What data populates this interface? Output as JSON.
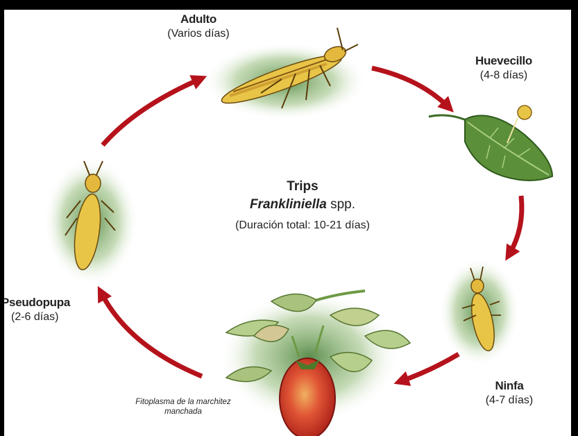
{
  "center": {
    "title": "Trips",
    "genus": "Frankliniella",
    "species_suffix": " spp.",
    "duration": "(Duración total: 10-21 días)"
  },
  "stages": {
    "adulto": {
      "name": "Adulto",
      "duration": "(Varios días)"
    },
    "huevecillo": {
      "name": "Huevecillo",
      "duration": "(4-8 días)"
    },
    "ninfa": {
      "name": "Ninfa",
      "duration": "(4-7 días)"
    },
    "pseudopupa": {
      "name": "Pseudopupa",
      "duration": "(2-6 días)"
    }
  },
  "plant_note": "Fitoplasma de la marchitez manchada",
  "colors": {
    "arrow": "#b5121b",
    "insect": "#e8c547",
    "leaf": "#5c8f3a",
    "tomato": "#d43a2a"
  }
}
